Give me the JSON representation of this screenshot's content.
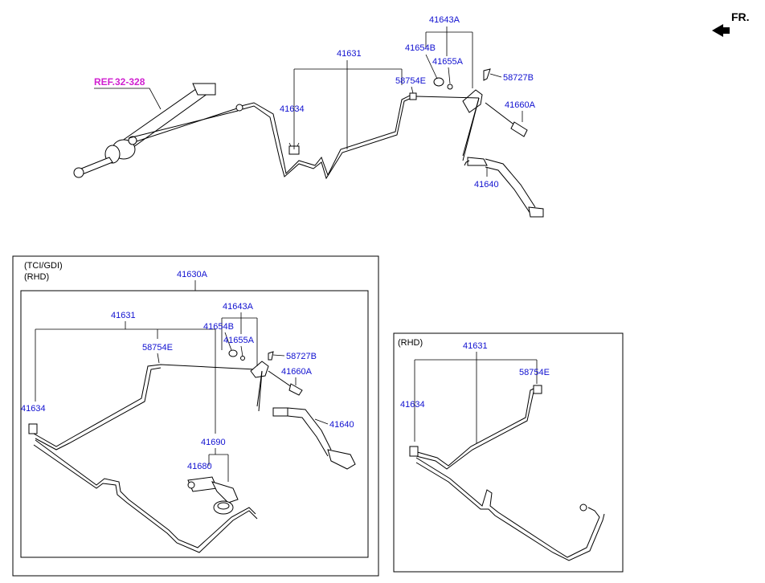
{
  "orientation": {
    "label": "FR."
  },
  "top_view": {
    "ref_label": "REF.32-328",
    "labels": {
      "p41643A": "41643A",
      "p41654B": "41654B",
      "p41655A": "41655A",
      "p41631": "41631",
      "p58754E": "58754E",
      "p58727B": "58727B",
      "p41660A": "41660A",
      "p41634": "41634",
      "p41640": "41640"
    }
  },
  "panel_tci": {
    "title": "(TCI/GDI)",
    "subtitle": "(RHD)",
    "labels": {
      "p41630A": "41630A",
      "p41643A": "41643A",
      "p41631": "41631",
      "p41654B": "41654B",
      "p41655A": "41655A",
      "p58754E": "58754E",
      "p58727B": "58727B",
      "p41660A": "41660A",
      "p41634": "41634",
      "p41640": "41640",
      "p41690": "41690",
      "p41680": "41680"
    }
  },
  "panel_rhd": {
    "title": "(RHD)",
    "labels": {
      "p41631": "41631",
      "p58754E": "58754E",
      "p41634": "41634"
    }
  }
}
